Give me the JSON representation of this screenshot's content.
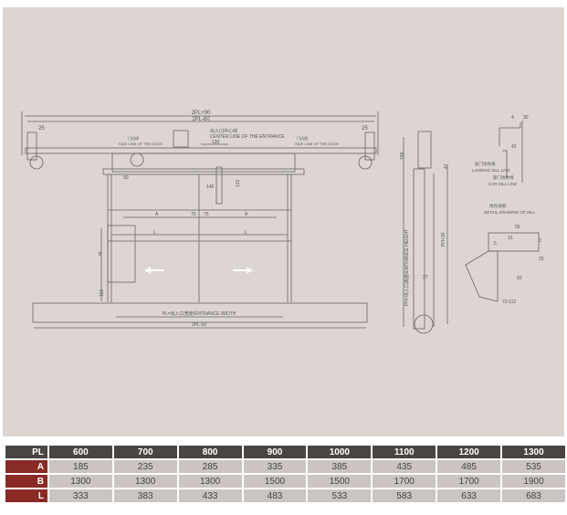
{
  "drawing": {
    "dims_top": [
      "2PL+90",
      "2PL-60"
    ],
    "dim_25": "25",
    "center_line_cn": "出入口中心线",
    "center_line_en": "CENTER LINE OF THE ENTRANCE",
    "side_line_cn": "门边线",
    "side_line_en": "SIDE LINE OF THE DOOR",
    "dim_130": "130",
    "dim_50": "50",
    "dim_146": "146",
    "dim_122": "122",
    "dim_A": "A",
    "dim_75": "75",
    "dim_L": "L",
    "dim_B": "B",
    "dim_110": "110",
    "entrance_width": "PL=出入口宽度/ENTRANCE WIDTH",
    "dim_bottom": "2PL-10",
    "side": {
      "dim_159": "159",
      "dim_47": "47",
      "entrance_height": "PH=出入口高度/ENTRANCE HEIGHT",
      "ph_plus": "PH+30",
      "dim_37": "37"
    },
    "sill": {
      "dim_4": "4",
      "dim_30": "30",
      "dim_42": "42",
      "landing_cn": "层门地坎线",
      "landing_en": "LANDING SILL LINE",
      "car_cn": "轿门地坎线",
      "car_en": "CAR SILL LINE",
      "detail_cn": "地坎详图",
      "detail_en": "DETAIL DRAWING OF SILL",
      "dim_55": "55",
      "dim_15": "15",
      "dim_5": "5",
      "dim_3": "3",
      "dim_25": "25",
      "dim_60": "60",
      "dim_72": "72-112"
    }
  },
  "table": {
    "header": [
      "PL",
      "600",
      "700",
      "800",
      "900",
      "1000",
      "1100",
      "1200",
      "1300"
    ],
    "rows": [
      [
        "A",
        "185",
        "235",
        "285",
        "335",
        "385",
        "435",
        "485",
        "535"
      ],
      [
        "B",
        "1300",
        "1300",
        "1300",
        "1500",
        "1500",
        "1700",
        "1700",
        "1900"
      ],
      [
        "L",
        "333",
        "383",
        "433",
        "483",
        "533",
        "583",
        "633",
        "683"
      ]
    ]
  }
}
